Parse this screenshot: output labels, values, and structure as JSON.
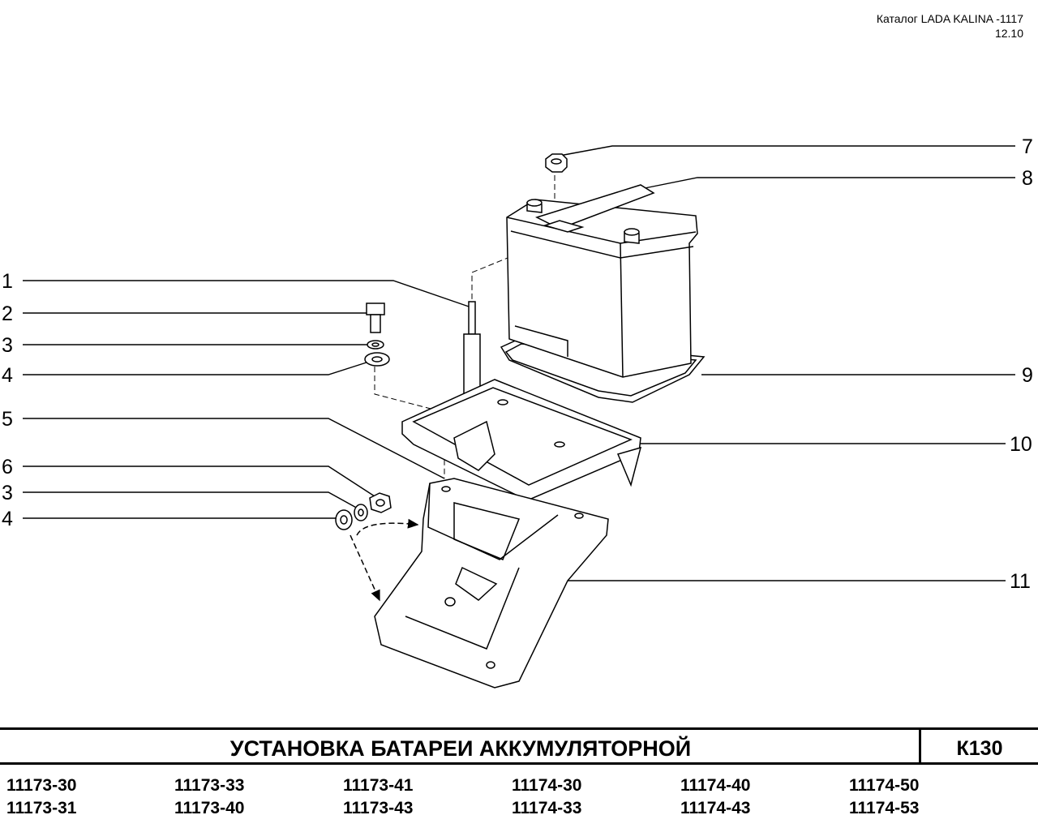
{
  "header": {
    "catalog": "Каталог LADA KALINA -1117",
    "date": "12.10"
  },
  "callouts": [
    "1",
    "2",
    "3",
    "4",
    "5",
    "6",
    "3",
    "4",
    "7",
    "8",
    "9",
    "10",
    "11"
  ],
  "title_block": {
    "title": "УСТАНОВКА   БАТАРЕИ   АККУМУЛЯТОРНОЙ",
    "code": "К130"
  },
  "models": [
    [
      "11173-30",
      "11173-31"
    ],
    [
      "11173-33",
      "11173-40"
    ],
    [
      "11173-41",
      "11173-43"
    ],
    [
      "11174-30",
      "11174-33"
    ],
    [
      "11174-40",
      "11174-43"
    ],
    [
      "11174-50",
      "11174-53"
    ]
  ]
}
